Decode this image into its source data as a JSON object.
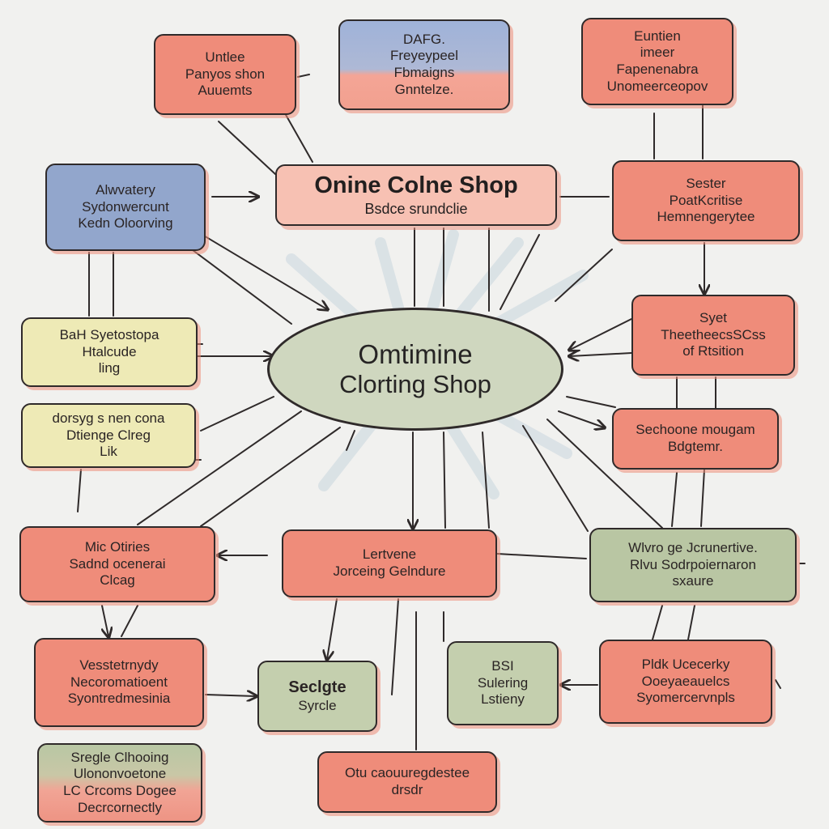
{
  "colors": {
    "background": "#f1f1ef",
    "ink": "#2f2a2a",
    "red": "#ef8c7a",
    "pink": "#f6b3a6",
    "blue": "#92a6cc",
    "yellow": "#eeeab6",
    "green": "#c4cfae"
  },
  "title_box": {
    "line1": "Onine Colne Shop",
    "line2": "Bsdce srundclie"
  },
  "center": {
    "line1": "Omtimine",
    "line2": "Clorting Shop"
  },
  "nodes": [
    {
      "id": "top-left",
      "lines": [
        "Untlee",
        "Panyos shon",
        "Auuemts"
      ]
    },
    {
      "id": "top-center",
      "lines": [
        "DAFG.",
        "Freyeypeel",
        "Fbmaigns",
        "Gnntelze."
      ]
    },
    {
      "id": "top-right",
      "lines": [
        "Euntien",
        "imeer",
        "Fapenenabra",
        "Unomeerceopov"
      ]
    },
    {
      "id": "left-blue",
      "lines": [
        "Alwvatery",
        "Sydonwercunt",
        "Kedn Oloorving"
      ]
    },
    {
      "id": "right-1",
      "lines": [
        "Sester",
        "PoatKcritise",
        "Hemnengerytee"
      ]
    },
    {
      "id": "left-yellow-1",
      "lines": [
        "BaH Syetostopa",
        "Htalcude",
        "ling"
      ]
    },
    {
      "id": "right-2",
      "lines": [
        "Syet",
        "TheetheecsSCss",
        "of Rtsition"
      ]
    },
    {
      "id": "left-yellow-2",
      "lines": [
        "dorsyg s nen cona",
        "Dtienge Clreg",
        "Lik"
      ]
    },
    {
      "id": "right-3",
      "lines": [
        "Sechoone mougam",
        "Bdgtemr."
      ]
    },
    {
      "id": "mid-left",
      "lines": [
        "Mic Otiries",
        "Sadnd ocenerai",
        "Clcag"
      ]
    },
    {
      "id": "mid-center",
      "lines": [
        "Lertvene",
        "Jorceing Gelndure"
      ]
    },
    {
      "id": "mid-right",
      "lines": [
        "Wlvro ge Jcrunertive.",
        "Rlvu Sodrpoiernaron",
        "sxaure"
      ]
    },
    {
      "id": "low-left",
      "lines": [
        "Vesstetrnydy",
        "Necoromatioent",
        "Syontredmesinia"
      ]
    },
    {
      "id": "low-center-left",
      "lines": [
        "Seclgte",
        "Syrcle"
      ]
    },
    {
      "id": "low-center-right",
      "lines": [
        "BSI",
        "Sulering",
        "Lstieny"
      ]
    },
    {
      "id": "low-right",
      "lines": [
        "Pldk Ucecerky",
        "Ooeyaeauelcs",
        "Syomercervnpls"
      ]
    },
    {
      "id": "bottom-left",
      "lines": [
        "Sregle Clhooing",
        "Ulononvoetone",
        "LC Crcoms Dogee",
        "Decrcornectly"
      ]
    },
    {
      "id": "bottom-center",
      "lines": [
        "Otu caouuregdestee",
        "drsdr"
      ]
    }
  ]
}
